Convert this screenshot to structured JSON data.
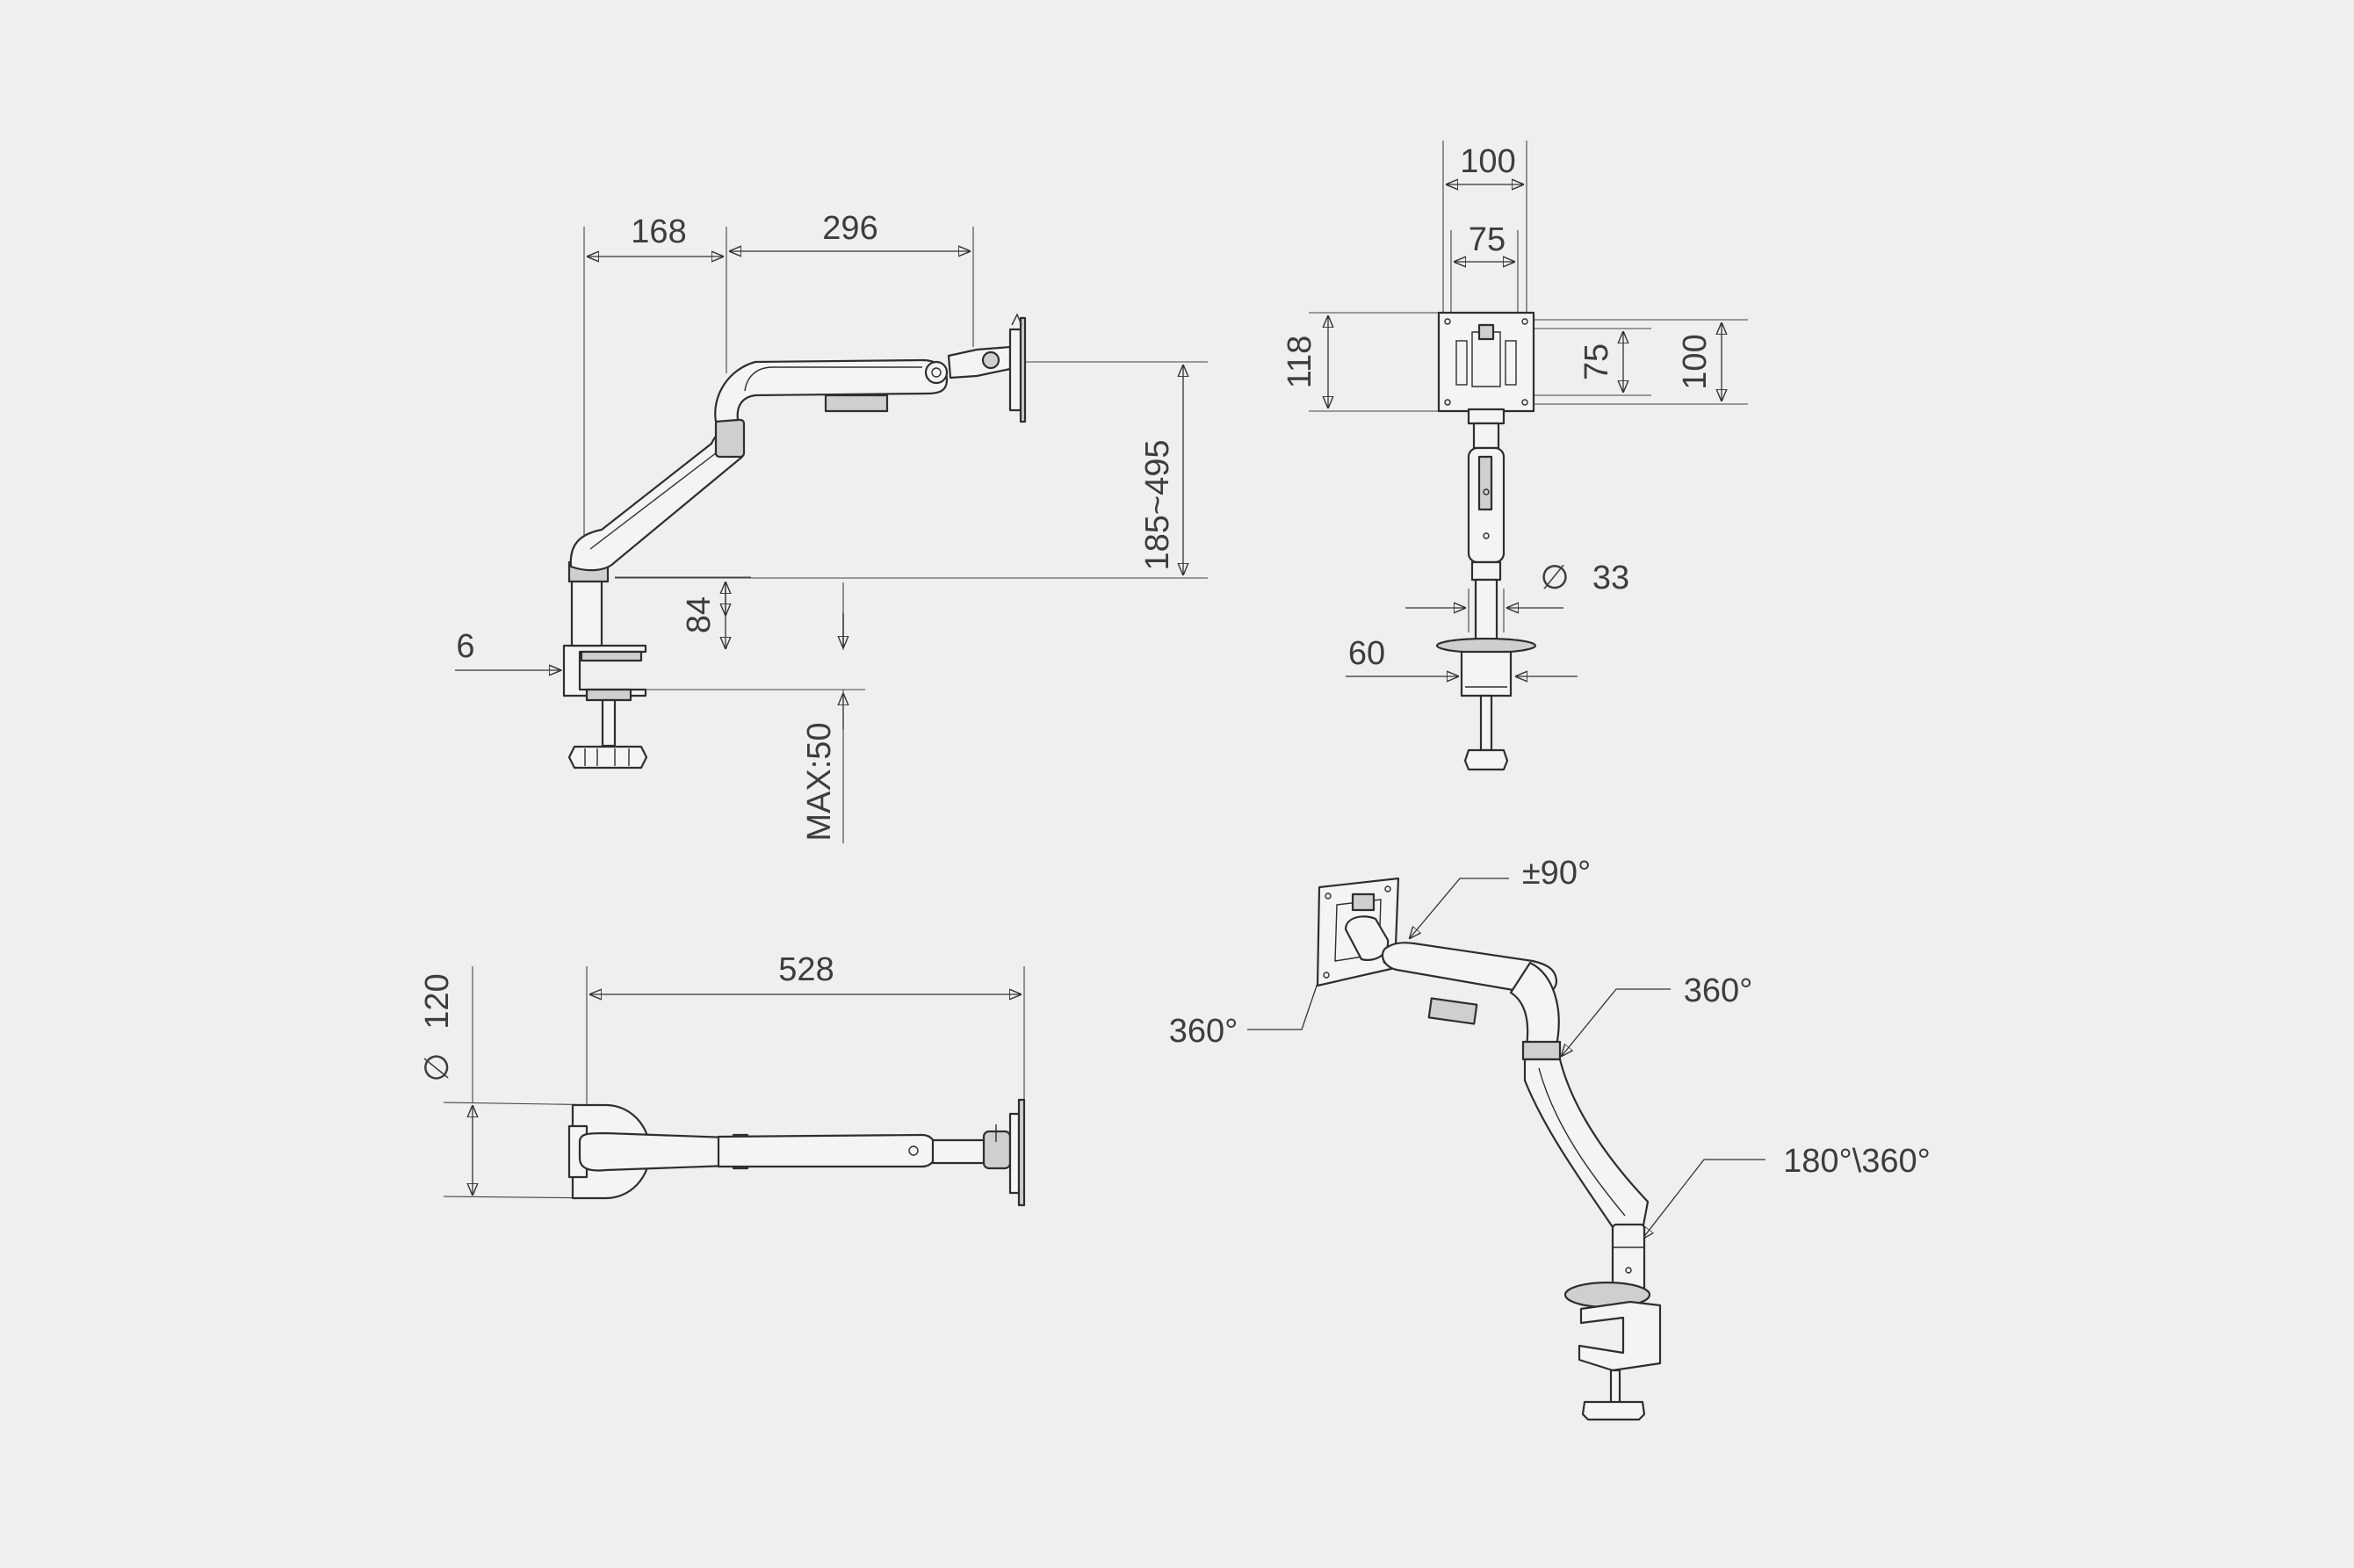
{
  "side_view": {
    "dim_base_to_post": "168",
    "dim_post_to_plate": "296",
    "dim_height_range": "185~495",
    "dim_post_height": "84",
    "dim_clamp_lip": "6",
    "dim_desk_thickness": "MAX:50"
  },
  "front_view": {
    "dim_vesa_outer_width": "100",
    "dim_vesa_inner_width": "75",
    "dim_plate_height": "118",
    "dim_vesa_inner_height": "75",
    "dim_vesa_outer_height": "100",
    "dim_pole_diameter": "33",
    "dim_base_width": "60",
    "diameter_symbol": "∅"
  },
  "top_view": {
    "dim_reach": "528",
    "dim_base_diameter": "120",
    "diameter_symbol": "∅"
  },
  "iso_view": {
    "rotation_plate_tilt": "±90°",
    "rotation_plate": "360°",
    "rotation_elbow": "360°",
    "rotation_base": "180°\\360°"
  },
  "colors": {
    "background": "#efefef",
    "line": "#2e2e2e",
    "text": "#3d3d3d"
  }
}
